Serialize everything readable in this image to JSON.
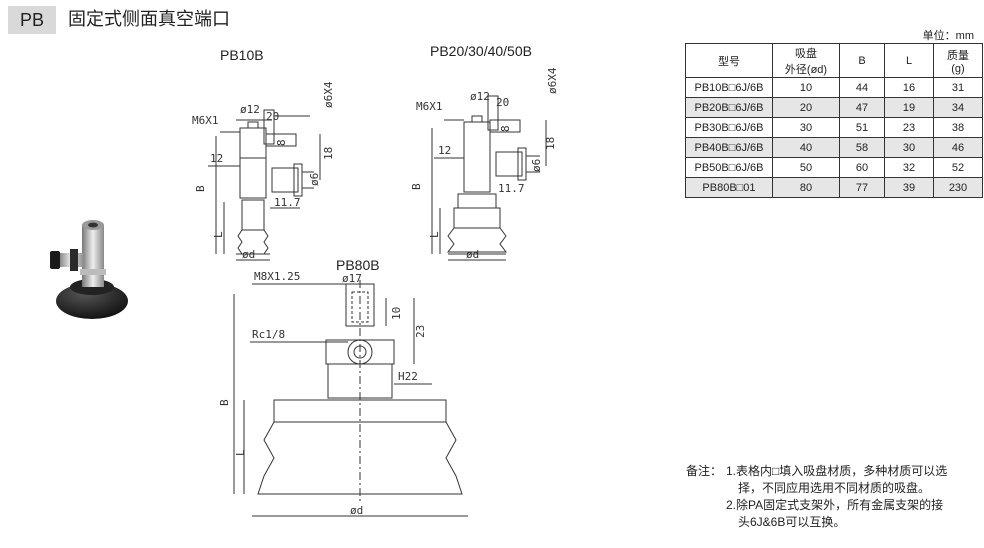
{
  "header": {
    "code": "PB",
    "title": "固定式侧面真空端口"
  },
  "unit": "单位：mm",
  "drawings": {
    "pb10": {
      "title": "PB10B",
      "dims": {
        "m": "M6X1",
        "d12": "ø12",
        "d20": "20",
        "d8": "8",
        "d18": "18",
        "d12b": "12",
        "d6": "ø6",
        "d6x4": "ø6X4",
        "d117": "11.7",
        "b": "B",
        "l": "L",
        "phid": "ød"
      }
    },
    "pb20": {
      "title": "PB20/30/40/50B",
      "dims": {
        "m": "M6X1",
        "d12": "ø12",
        "d20": "20",
        "d8": "8",
        "d18": "18",
        "d12b": "12",
        "d6": "ø6",
        "d6x4": "ø6X4",
        "d117": "11.7",
        "b": "B",
        "l": "L",
        "phid": "ød"
      }
    },
    "pb80": {
      "title": "PB80B",
      "dims": {
        "m": "M8X1.25",
        "d17": "ø17",
        "d10": "10",
        "d23": "23",
        "rc": "Rc1/8",
        "h22": "H22",
        "b": "B",
        "l": "L",
        "phid": "ød"
      }
    }
  },
  "table": {
    "headers": [
      {
        "line1": "型号",
        "line2": ""
      },
      {
        "line1": "吸盘",
        "line2": "外径(ød)"
      },
      {
        "line1": "B",
        "line2": ""
      },
      {
        "line1": "L",
        "line2": ""
      },
      {
        "line1": "质量",
        "line2": "(g)"
      }
    ],
    "rows": [
      [
        "PB10B□6J/6B",
        "10",
        "44",
        "16",
        "31"
      ],
      [
        "PB20B□6J/6B",
        "20",
        "47",
        "19",
        "34"
      ],
      [
        "PB30B□6J/6B",
        "30",
        "51",
        "23",
        "38"
      ],
      [
        "PB40B□6J/6B",
        "40",
        "58",
        "30",
        "46"
      ],
      [
        "PB50B□6J/6B",
        "50",
        "60",
        "32",
        "52"
      ],
      [
        "PB80B□01",
        "80",
        "77",
        "39",
        "230"
      ]
    ]
  },
  "notes": {
    "label": "备注：",
    "n1a": "1.表格内□填入吸盘材质，多种材质可以选",
    "n1b": "择，不同应用选用不同材质的吸盘。",
    "n2a": "2.除PA固定式支架外，所有金属支架的接",
    "n2b": "头6J&6B可以互换。"
  },
  "photo": {
    "icon": "suction-cup-photo"
  }
}
